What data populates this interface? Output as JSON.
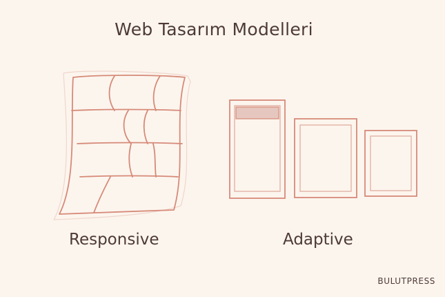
{
  "title": "Web Tasarım Modelleri",
  "models": [
    {
      "name": "Responsive",
      "illustration": "fluid-grid-icon"
    },
    {
      "name": "Adaptive",
      "illustration": "fixed-frames-icon"
    }
  ],
  "brand": "BULUTPRESS",
  "colors": {
    "background": "#fcf5ee",
    "stroke": "#d68a78",
    "stroke_soft": "#e2b3a5",
    "text": "#4e3a36",
    "header_fill": "#e6c7bf"
  }
}
